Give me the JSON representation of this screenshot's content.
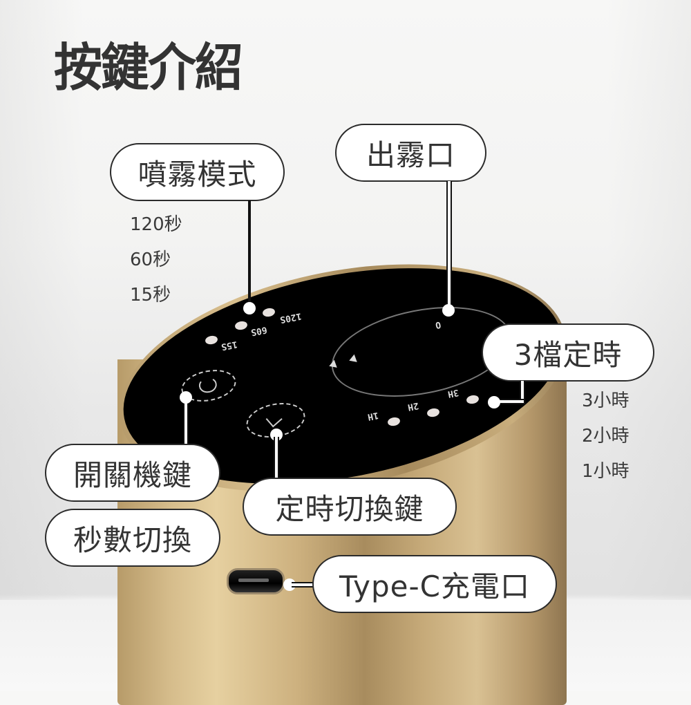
{
  "title": "按鍵介紹",
  "colors": {
    "text": "#333333",
    "pill_bg": "#ffffff",
    "pill_border": "#2b2b2b",
    "device_gold": "#c9ad7c",
    "device_top": "#000000"
  },
  "callouts": {
    "spray_mode": {
      "label": "噴霧模式",
      "options": [
        "120秒",
        "60秒",
        "15秒"
      ]
    },
    "mist_outlet": {
      "label": "出霧口"
    },
    "timer_3_level": {
      "label": "3檔定時",
      "options": [
        "3小時",
        "2小時",
        "1小時"
      ]
    },
    "power_button": {
      "label": "開關機鍵"
    },
    "seconds_switch": {
      "label": "秒數切換"
    },
    "timer_switch_button": {
      "label": "定時切換鍵"
    },
    "charging_port": {
      "label": "Type-C充電口"
    }
  },
  "device_panel": {
    "seconds_labels": [
      "120S",
      "60S",
      "15S"
    ],
    "hour_labels": [
      "3H",
      "2H",
      "1H"
    ],
    "outlet_mark": "O",
    "icons": [
      "power-icon",
      "timer-icon"
    ]
  }
}
